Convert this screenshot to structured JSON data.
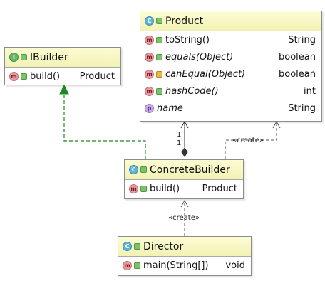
{
  "classes": {
    "ibuilder": {
      "name": "IBuilder",
      "kind_icon": "interface-icon",
      "members": [
        {
          "name": "build()",
          "type": "Product"
        }
      ]
    },
    "product": {
      "name": "Product",
      "kind_icon": "class-icon",
      "methods": [
        {
          "name": "toString()",
          "type": "String"
        },
        {
          "name": "equals(Object)",
          "type": "boolean"
        },
        {
          "name": "canEqual(Object)",
          "type": "boolean"
        },
        {
          "name": "hashCode()",
          "type": "int"
        }
      ],
      "fields": [
        {
          "name": "name",
          "type": "String"
        }
      ]
    },
    "concrete": {
      "name": "ConcreteBuilder",
      "kind_icon": "class-icon",
      "members": [
        {
          "name": "build()",
          "type": "Product"
        }
      ]
    },
    "director": {
      "name": "Director",
      "kind_icon": "class-icon",
      "members": [
        {
          "name": "main(String[])",
          "type": "void"
        }
      ]
    }
  },
  "relations": {
    "create_label_1": "«create»",
    "create_label_2": "«create»",
    "mult_1": "1",
    "mult_2": "1"
  },
  "colors": {
    "accent_green": "#1e8a1e",
    "header_yellow": "#f7f7c6"
  }
}
